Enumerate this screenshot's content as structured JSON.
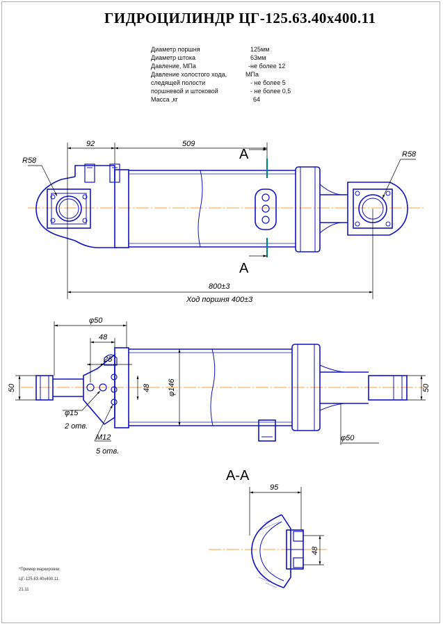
{
  "title": "ГИДРОЦИЛИНДР  ЦГ-125.63.40x400.11",
  "specs": [
    {
      "label": "Диаметр поршня",
      "value": "125мм"
    },
    {
      "label": "Диаметр штока",
      "value": "63мм"
    },
    {
      "label": "Давление, МПа",
      "value": "-не более 12"
    },
    {
      "label": "Давление холостого хода,",
      "value": "МПа"
    },
    {
      "label": "следящей полости",
      "value": "- не более 5"
    },
    {
      "label": "поршневой и штоковой",
      "value": "- не более 0,5"
    },
    {
      "label": "Масса ,кг",
      "value": "64"
    }
  ],
  "dimensions": {
    "d92": "92",
    "d509": "509",
    "r58_left": "R58",
    "r58_right": "R58",
    "section_mark_top": "A",
    "section_mark_bottom": "A",
    "d800": "800±3",
    "stroke": "Ход поршня 400±3",
    "phi50_top": "φ50",
    "d48_top": "48",
    "d25": "25",
    "d50_left": "50",
    "d48_mid": "48",
    "phi146": "φ146",
    "d50_right": "50",
    "phi15": "φ15",
    "holes2": "2 отв.",
    "m12": "M12",
    "holes5": "5 отв.",
    "phi50_bottom": "φ50"
  },
  "section": {
    "title": "А-А",
    "d95": "95",
    "d48": "48"
  },
  "notes": [
    "*Пример маркировки",
    "ЦГ-125.63.40x400.11",
    "21.11"
  ],
  "colors": {
    "part": "#1010c8",
    "dim": "#000000",
    "axis": "#ff8000",
    "cut": "#008080"
  }
}
